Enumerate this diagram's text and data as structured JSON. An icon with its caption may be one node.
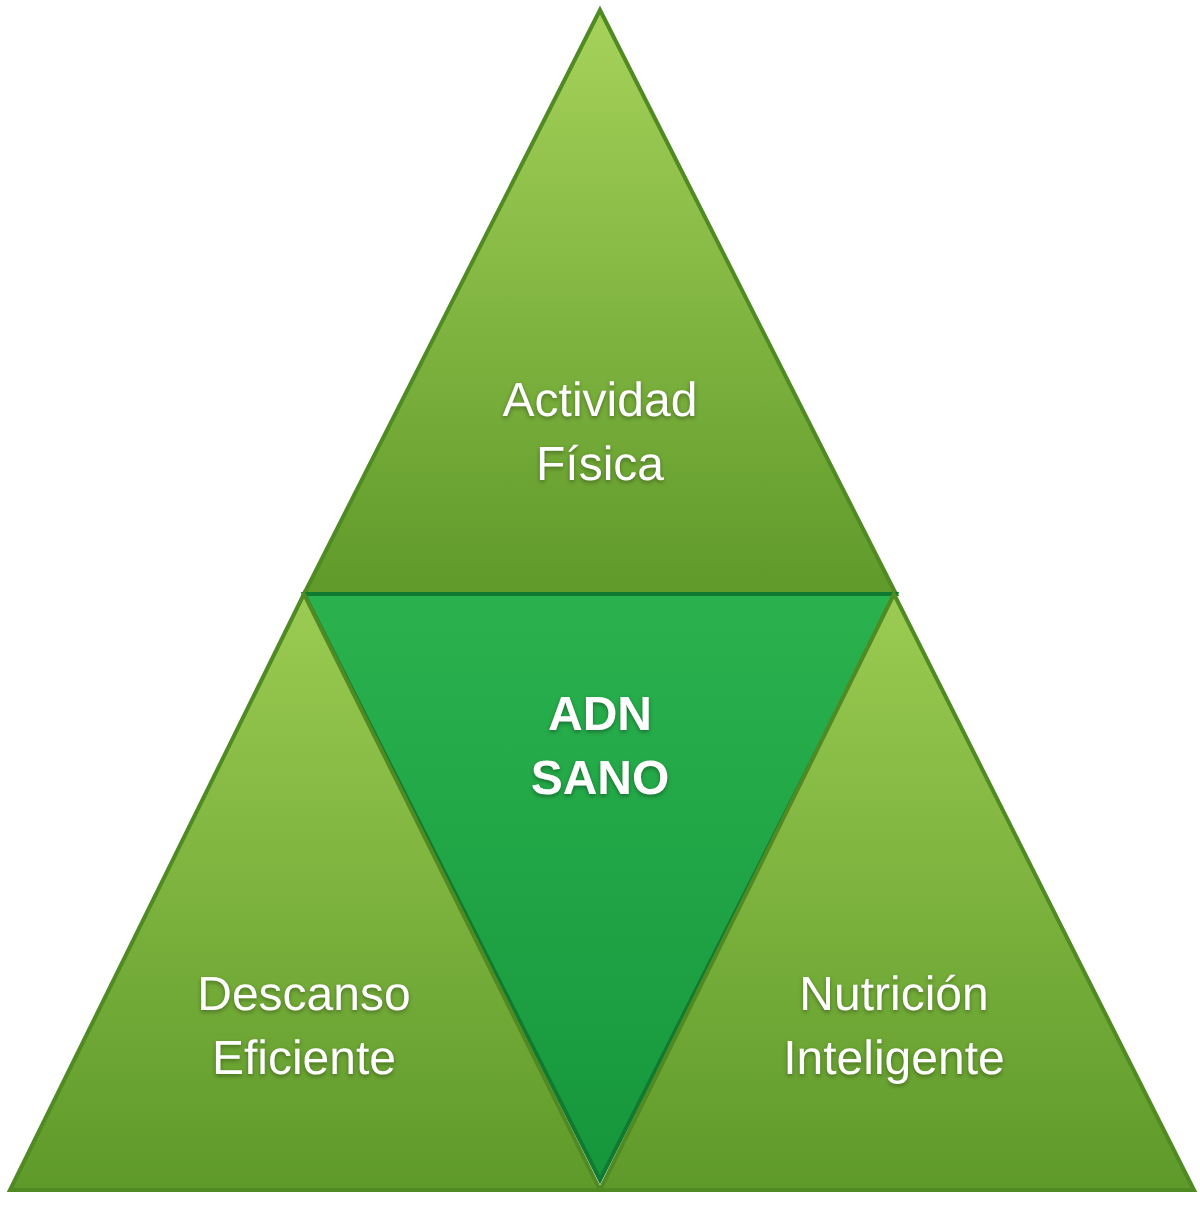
{
  "diagram": {
    "nodes": [
      {
        "text": [
          "Actividad Física"
        ]
      },
      {
        "text": [
          "ADN SANO"
        ]
      },
      {
        "text": [
          "Descanso Eficiente"
        ]
      },
      {
        "text": [
          "Nutrición Inteligente"
        ]
      }
    ]
  }
}
